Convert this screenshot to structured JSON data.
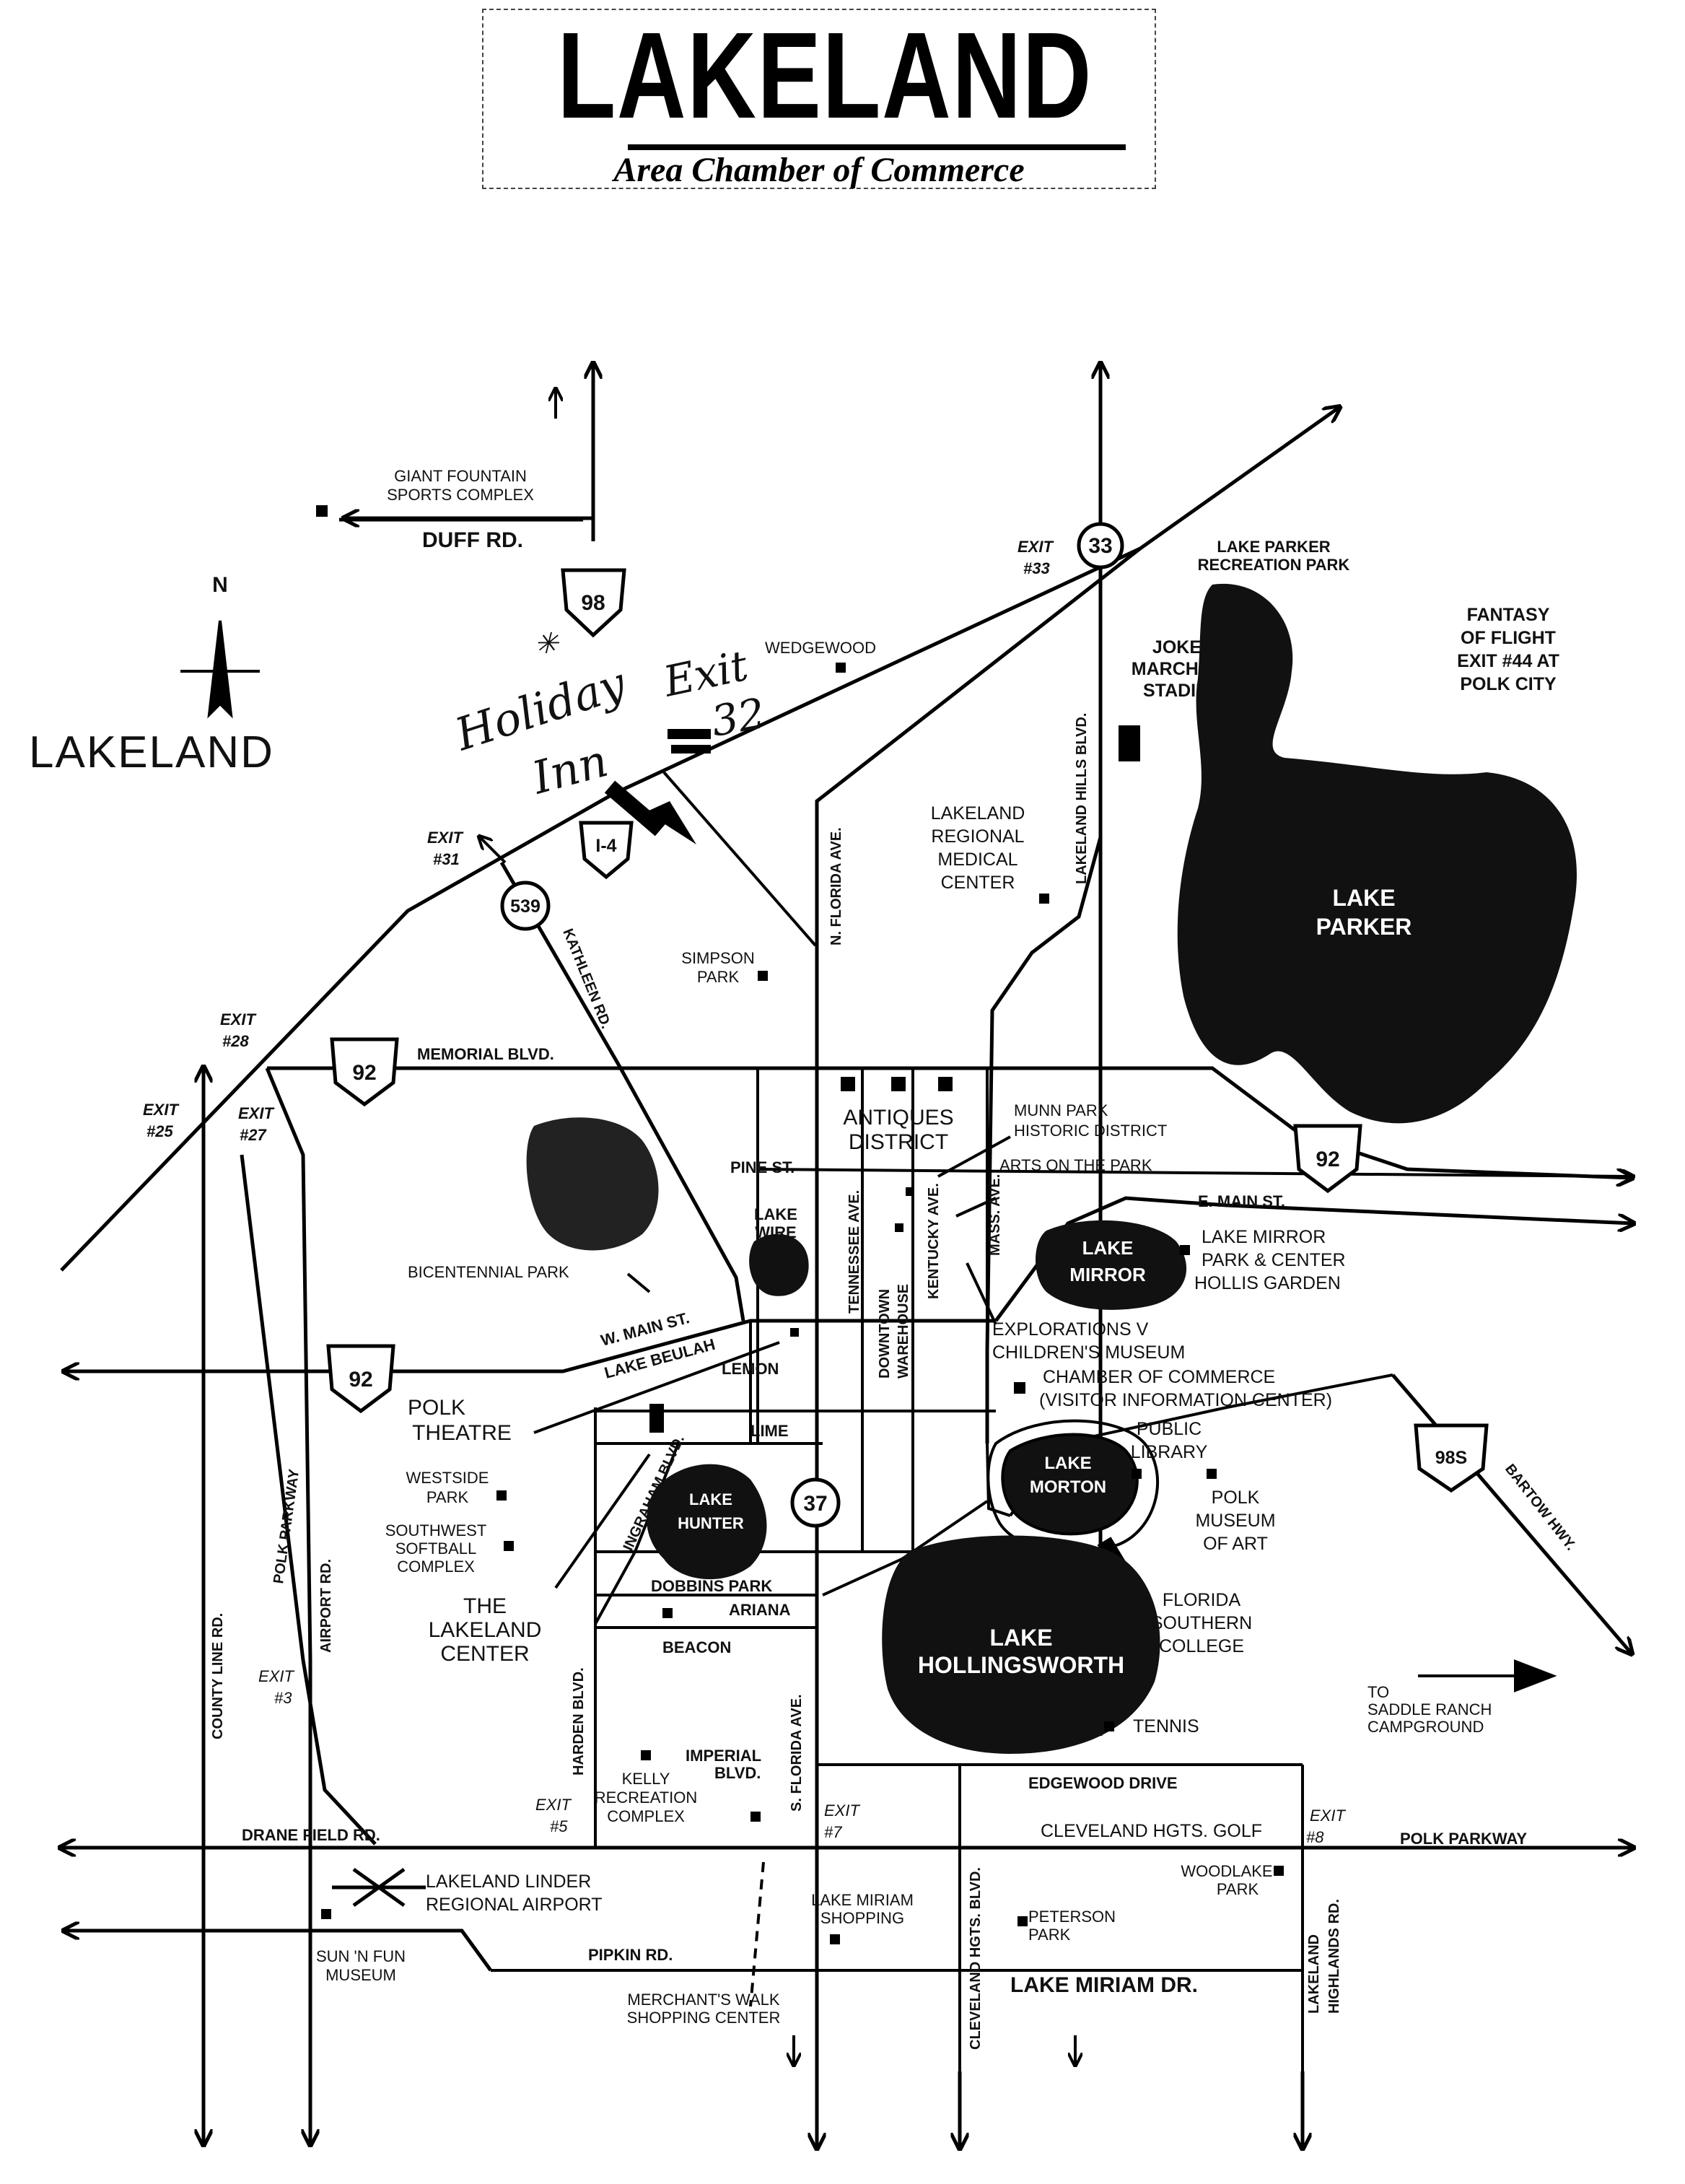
{
  "header": {
    "title": "LAKELAND",
    "subtitle": "Area Chamber of Commerce"
  },
  "map": {
    "compass_label": "N",
    "city_label": "LAKELAND",
    "hotel_note": [
      "Holiday",
      "Inn",
      "Exit",
      "32"
    ],
    "shields": [
      {
        "id": "us98n",
        "text": "98"
      },
      {
        "id": "i4",
        "text": "I-4"
      },
      {
        "id": "exit33",
        "text": "33"
      },
      {
        "id": "sr539",
        "text": "539"
      },
      {
        "id": "us92w",
        "text": "92"
      },
      {
        "id": "us92e",
        "text": "92"
      },
      {
        "id": "us92m",
        "text": "92"
      },
      {
        "id": "sr37",
        "text": "37"
      },
      {
        "id": "us98s",
        "text": "98S"
      }
    ],
    "exits": {
      "e33": [
        "EXIT",
        "#33"
      ],
      "e31": [
        "EXIT",
        "#31"
      ],
      "e28": [
        "EXIT",
        "#28"
      ],
      "e25": [
        "EXIT",
        "#25"
      ],
      "e27": [
        "EXIT",
        "#27"
      ],
      "e3a": [
        "EXIT",
        "#3"
      ],
      "e5": [
        "EXIT",
        "#5"
      ],
      "e7": [
        "EXIT",
        "#7"
      ],
      "e8": [
        "EXIT",
        "#8"
      ]
    },
    "roads": {
      "duff": "DUFF RD.",
      "memorial": "MEMORIAL BLVD.",
      "pine": "PINE ST.",
      "emain": "E. MAIN ST.",
      "wmain": "W. MAIN ST.",
      "lakebeulah": "LAKE BEULAH",
      "lemon": "LEMON",
      "lime": "LIME",
      "dobbins": "DOBBINS PARK",
      "ariana": "ARIANA",
      "beacon": "BEACON",
      "edgewood": "EDGEWOOD DRIVE",
      "clevelandgolf": "CLEVELAND HGTS. GOLF",
      "polkpkwy_e": "POLK PARKWAY",
      "drane": "DRANE FIELD RD.",
      "pipkin": "PIPKIN RD.",
      "lakemiriamdr": "LAKE MIRIAM DR.",
      "nflorida": "N. FLORIDA AVE.",
      "lakelandhills": "LAKELAND HILLS BLVD.",
      "kathleen": "KATHLEEN RD.",
      "tennessee": "TENNESSEE AVE.",
      "downtown": [
        "DOWNTOWN",
        "WAREHOUSE"
      ],
      "kentucky": "KENTUCKY AVE.",
      "mass": "MASS. AVE.",
      "ingraham": "INGRAHAM BLVD.",
      "harden": "HARDEN BLVD.",
      "sflorida": "S. FLORIDA AVE.",
      "polkpkwy_v": "POLK PARKWAY",
      "airport": "AIRPORT RD.",
      "countyline": "COUNTY LINE RD.",
      "clevelandhts": "CLEVELAND HGTS. BLVD.",
      "lakelandhighlands": [
        "LAKELAND",
        "HIGHLANDS RD."
      ],
      "bartow": "BARTOW HWY."
    },
    "lakes": {
      "parker": [
        "LAKE",
        "PARKER"
      ],
      "mirror": [
        "LAKE",
        "MIRROR"
      ],
      "morton": [
        "LAKE",
        "MORTON"
      ],
      "hunter": [
        "LAKE",
        "HUNTER"
      ],
      "hollingsworth": [
        "LAKE",
        "HOLLINGSWORTH"
      ],
      "wire": [
        "LAKE",
        "WIRE"
      ]
    },
    "places": {
      "giant_fountain": [
        "GIANT FOUNTAIN",
        "SPORTS COMPLEX"
      ],
      "lake_parker_rec": [
        "LAKE PARKER",
        "RECREATION PARK"
      ],
      "fantasy_of_flight": [
        "FANTASY",
        "OF FLIGHT",
        "EXIT #44 AT",
        "POLK CITY"
      ],
      "wedgewood": "WEDGEWOOD",
      "joker": [
        "JOKER",
        "MARCHANT",
        "STADIUM"
      ],
      "medical": [
        "LAKELAND",
        "REGIONAL",
        "MEDICAL",
        "CENTER"
      ],
      "simpson": [
        "SIMPSON",
        "PARK"
      ],
      "antiques": [
        "ANTIQUES",
        "DISTRICT"
      ],
      "munn": [
        "MUNN PARK",
        "HISTORIC DISTRICT"
      ],
      "arts": "ARTS ON THE PARK",
      "mirror_park": [
        "LAKE MIRROR",
        "PARK & CENTER",
        "HOLLIS GARDEN"
      ],
      "bicentennial": "BICENTENNIAL PARK",
      "explorations": [
        "EXPLORATIONS V",
        "CHILDREN'S MUSEUM"
      ],
      "chamber": [
        "CHAMBER OF COMMERCE",
        "(VISITOR INFORMATION CENTER)"
      ],
      "polk_theatre": [
        "POLK",
        "THEATRE"
      ],
      "library": [
        "PUBLIC",
        "LIBRARY"
      ],
      "westside": [
        "WESTSIDE",
        "PARK"
      ],
      "southwest": [
        "SOUTHWEST",
        "SOFTBALL",
        "COMPLEX"
      ],
      "polk_museum": [
        "POLK",
        "MUSEUM",
        "OF ART"
      ],
      "lakeland_center": [
        "THE",
        "LAKELAND",
        "CENTER"
      ],
      "fsc": [
        "FLORIDA",
        "SOUTHERN",
        "COLLEGE"
      ],
      "saddle": [
        "TO",
        "SADDLE RANCH",
        "CAMPGROUND"
      ],
      "tennis": "TENNIS",
      "imperial": [
        "IMPERIAL",
        "BLVD."
      ],
      "kelly": [
        "KELLY",
        "RECREATION",
        "COMPLEX"
      ],
      "airport": [
        "LAKELAND LINDER",
        "REGIONAL AIRPORT"
      ],
      "woodlake": [
        "WOODLAKE",
        "PARK"
      ],
      "sunnfun": [
        "SUN 'N FUN",
        "MUSEUM"
      ],
      "lakemiriam_shop": [
        "LAKE MIRIAM",
        "SHOPPING"
      ],
      "peterson": [
        "PETERSON",
        "PARK"
      ],
      "merchants": [
        "MERCHANT'S WALK",
        "SHOPPING CENTER"
      ]
    }
  }
}
